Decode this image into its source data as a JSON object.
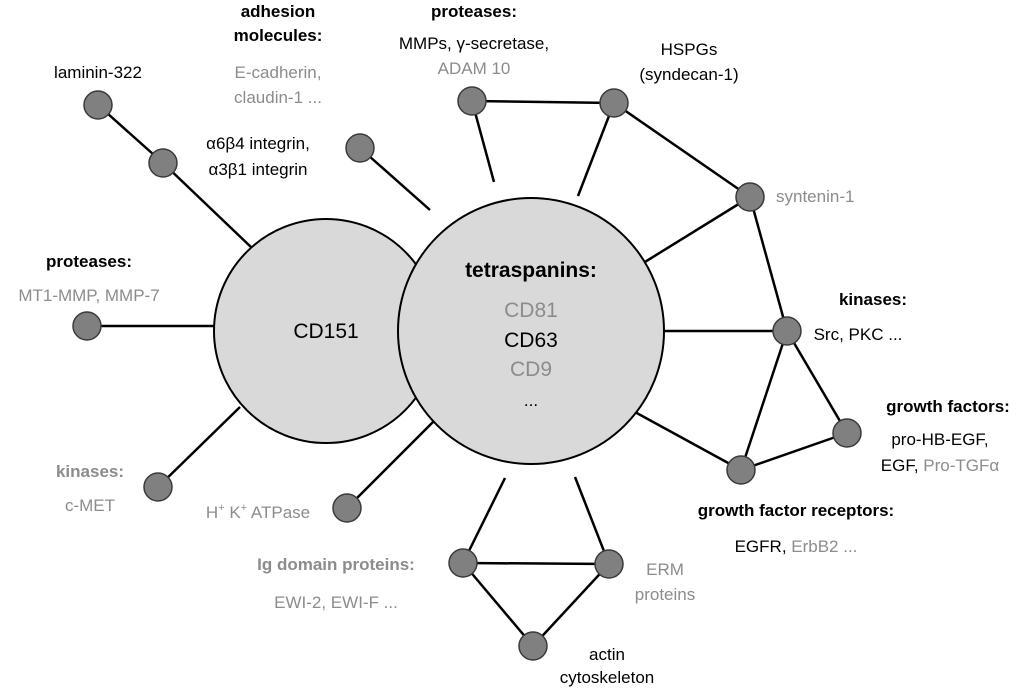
{
  "hubs": {
    "cd151": "CD151",
    "tetraspanins": {
      "title": "tetraspanins:",
      "members": [
        "CD81",
        "CD63",
        "CD9",
        "..."
      ]
    }
  },
  "labels": {
    "adhesion_title_1": "adhesion",
    "adhesion_title_2": "molecules:",
    "adhesion_1": "E-cadherin,",
    "adhesion_2": "claudin-1 ...",
    "proteases_top_title": "proteases:",
    "proteases_top_1": "MMPs, γ-secretase,",
    "proteases_top_2": "ADAM 10",
    "hspgs_1": "HSPGs",
    "hspgs_2": "(syndecan-1)",
    "laminin": "laminin-322",
    "integrin_1": "α6β4 integrin,",
    "integrin_2": "α3β1 integrin",
    "syntenin": "syntenin-1",
    "proteases_left_title": "proteases:",
    "proteases_left": "MT1-MMP, MMP-7",
    "kinases_right_title": "kinases:",
    "kinases_right": "Src, PKC ...",
    "growth_factors_title": "growth factors:",
    "growth_factors_1": "pro-HB-EGF,",
    "growth_factors_2a": "EGF, ",
    "growth_factors_2b": "Pro-TGFα",
    "gfr_title": "growth factor receptors:",
    "gfr_a": "EGFR, ",
    "gfr_b": "ErbB2 ...",
    "kinases_left_title": "kinases:",
    "kinases_left": "c-MET",
    "atpase_a": "H",
    "atpase_sup1": "+",
    "atpase_b": " K",
    "atpase_sup2": "+",
    "atpase_c": " ATPase",
    "ig_title": "Ig domain proteins:",
    "ig": "EWI-2, EWI-F ...",
    "erm_1": "ERM",
    "erm_2": "proteins",
    "actin_1": "actin",
    "actin_2": "cytoskeleton"
  },
  "colors": {
    "hub_fill": "#d9d9d9",
    "node_fill": "#808080",
    "grey_text": "#8c8c8c",
    "dark_text": "#000000"
  }
}
